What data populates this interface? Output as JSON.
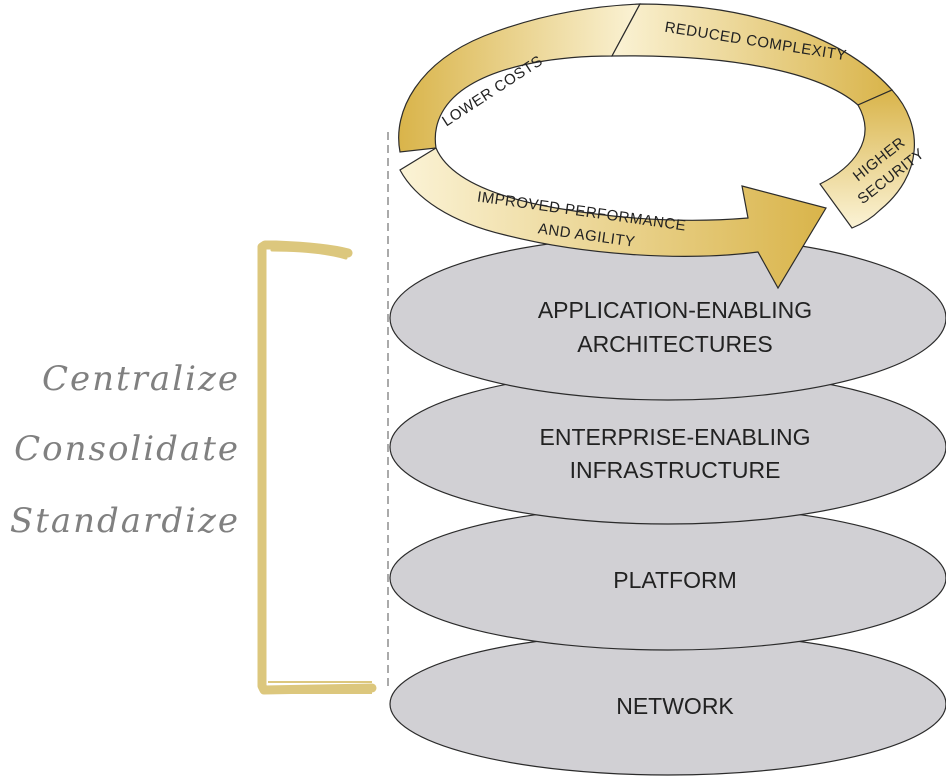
{
  "side_words": [
    "Centralize",
    "Consolidate",
    "Standardize"
  ],
  "layers": [
    {
      "lines": [
        "APPLICATION-ENABLING",
        "ARCHITECTURES"
      ]
    },
    {
      "lines": [
        "ENTERPRISE-ENABLING",
        "INFRASTRUCTURE"
      ]
    },
    {
      "lines": [
        "PLATFORM"
      ]
    },
    {
      "lines": [
        "NETWORK"
      ]
    }
  ],
  "ring_segments": [
    {
      "lines": [
        "LOWER COSTS"
      ]
    },
    {
      "lines": [
        "REDUCED COMPLEXITY"
      ]
    },
    {
      "lines": [
        "HIGHER",
        "SECURITY"
      ]
    },
    {
      "lines": [
        "IMPROVED PERFORMANCE",
        "AND AGILITY"
      ]
    }
  ],
  "colors": {
    "layer_fill": "#d1d0d4",
    "layer_stroke": "#2b2b2b",
    "ring_dark": "#d9b44a",
    "ring_light": "#fbf3d6",
    "bracket": "#dcc77d",
    "text": "#222222",
    "side_text": "#808080"
  }
}
